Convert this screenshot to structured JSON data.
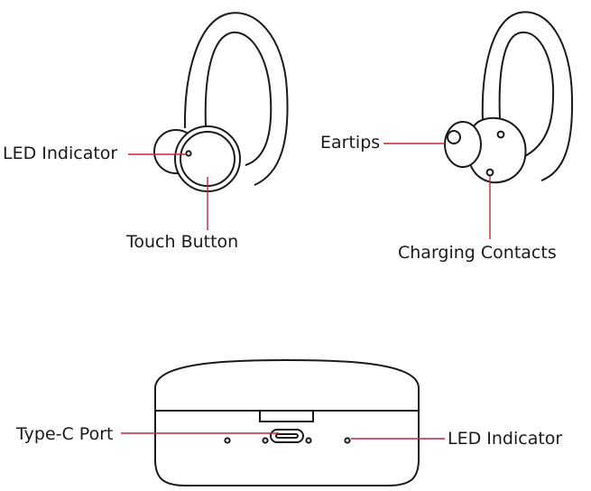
{
  "labels": {
    "left_led_indicator": "LED Indicator",
    "touch_button": "Touch Button",
    "eartips": "Eartips",
    "charging_contacts": "Charging Contacts",
    "type_c_port": "Type-C Port",
    "case_led_indicator": "LED Indicator"
  },
  "colors": {
    "leader_line": "#c8243a",
    "outline": "#1a1a1a",
    "background": "#ffffff"
  }
}
